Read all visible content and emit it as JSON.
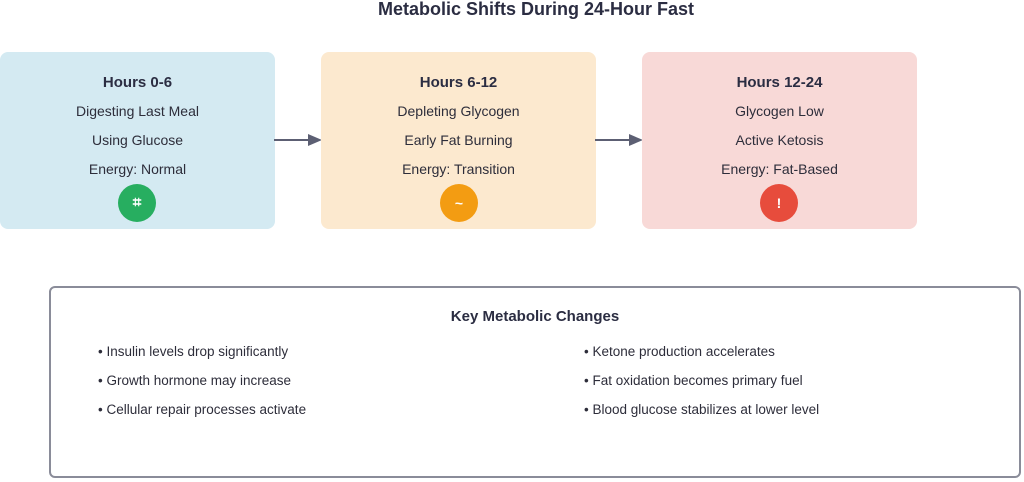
{
  "title": "Metabolic Shifts During 24-Hour Fast",
  "stages": [
    {
      "title": "Hours 0-6",
      "lines": [
        "Digesting Last Meal",
        "Using Glucose",
        "Energy: Normal"
      ],
      "badge_symbol": "ꖛ",
      "badge_color": "#27ae60",
      "background": "#d4eaf2"
    },
    {
      "title": "Hours 6-12",
      "lines": [
        "Depleting Glycogen",
        "Early Fat Burning",
        "Energy: Transition"
      ],
      "badge_symbol": "~",
      "badge_color": "#f39c12",
      "background": "#fce9cf"
    },
    {
      "title": "Hours 12-24",
      "lines": [
        "Glycogen Low",
        "Active Ketosis",
        "Energy: Fat-Based"
      ],
      "badge_symbol": "!",
      "badge_color": "#e74c3c",
      "background": "#f8d9d7"
    }
  ],
  "changes": {
    "title": "Key Metabolic Changes",
    "left": [
      "Insulin levels drop significantly",
      "Growth hormone may increase",
      "Cellular repair processes activate"
    ],
    "right": [
      "Ketone production accelerates",
      "Fat oxidation becomes primary fuel",
      "Blood glucose stabilizes at lower level"
    ]
  },
  "colors": {
    "arrow": "#5c5f73",
    "border": "#8a8c99"
  }
}
